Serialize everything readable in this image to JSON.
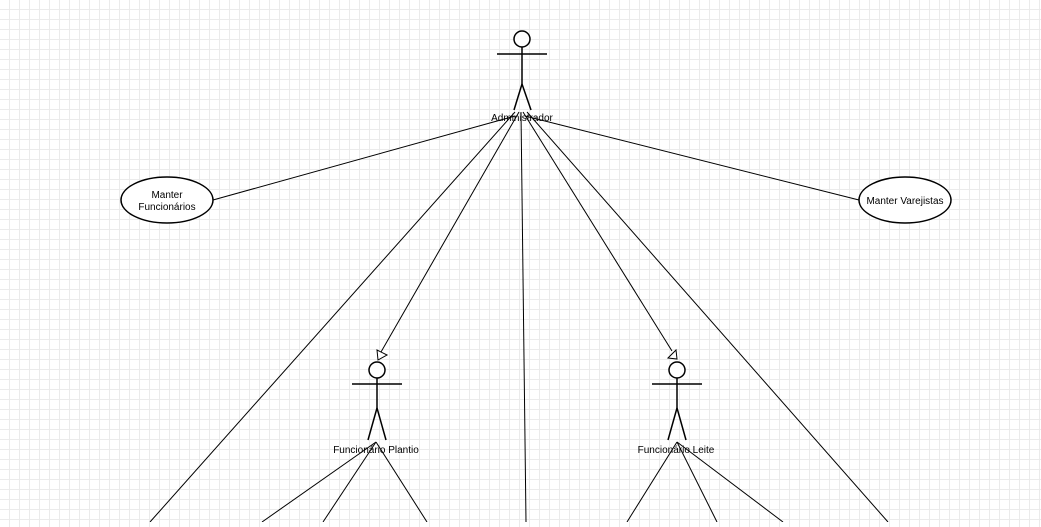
{
  "diagram": {
    "actors": {
      "admin": {
        "label": "Administrador"
      },
      "plantio": {
        "label": "Funcionário Plantio"
      },
      "leite": {
        "label": "Funcionário Leite"
      }
    },
    "use_cases": {
      "manter_funcionarios": {
        "label_line1": "Manter",
        "label_line2": "Funcionários"
      },
      "manter_varejistas": {
        "label": "Manter Varejistas"
      }
    }
  }
}
